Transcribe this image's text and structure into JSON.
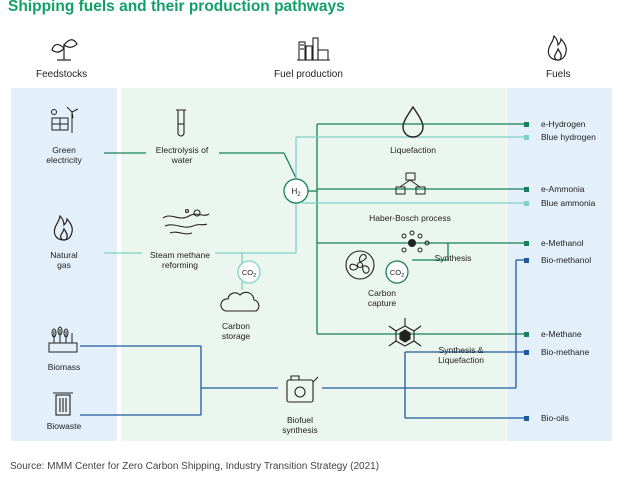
{
  "title": "Shipping fuels and their production pathways",
  "columns": {
    "feedstocks": "Feedstocks",
    "production": "Fuel production",
    "fuels": "Fuels"
  },
  "feedstocks": [
    {
      "label": "Green electricity",
      "icon": "solar-wind-icon"
    },
    {
      "label": "Natural gas",
      "icon": "flame-icon"
    },
    {
      "label": "Biomass",
      "icon": "crops-icon"
    },
    {
      "label": "Biowaste",
      "icon": "bin-icon"
    }
  ],
  "processes": {
    "electrolysis": "Electrolysis of water",
    "smr": "Steam methane reforming",
    "carbon_storage": "Carbon storage",
    "liquefaction": "Liquefaction",
    "haber_bosch": "Haber-Bosch process",
    "synthesis": "Synthesis",
    "carbon_capture": "Carbon capture",
    "synthesis_liquefaction": "Synthesis & Liquefaction",
    "biofuel_synthesis": "Biofuel synthesis"
  },
  "nodes": {
    "h2": "H2",
    "co2_a": "CO2",
    "co2_b": "CO2"
  },
  "fuels": [
    {
      "label": "e-Hydrogen",
      "pathway": "green"
    },
    {
      "label": "Blue hydrogen",
      "pathway": "blue"
    },
    {
      "label": "e-Ammonia",
      "pathway": "green"
    },
    {
      "label": "Blue ammonia",
      "pathway": "blue"
    },
    {
      "label": "e-Methanol",
      "pathway": "green"
    },
    {
      "label": "Bio-methanol",
      "pathway": "bio"
    },
    {
      "label": "e-Methane",
      "pathway": "green"
    },
    {
      "label": "Bio-methane",
      "pathway": "bio"
    },
    {
      "label": "Bio-oils",
      "pathway": "bio"
    }
  ],
  "colors": {
    "green_path": "#17805a",
    "blue_path": "#7fd0c8",
    "bio_path": "#1f5a9e",
    "title": "#12a06a",
    "panel_blue": "#e3f0f9",
    "panel_green": "#eaf6ee"
  },
  "source": "Source: MMM Center for Zero Carbon Shipping, Industry Transition Strategy (2021)"
}
